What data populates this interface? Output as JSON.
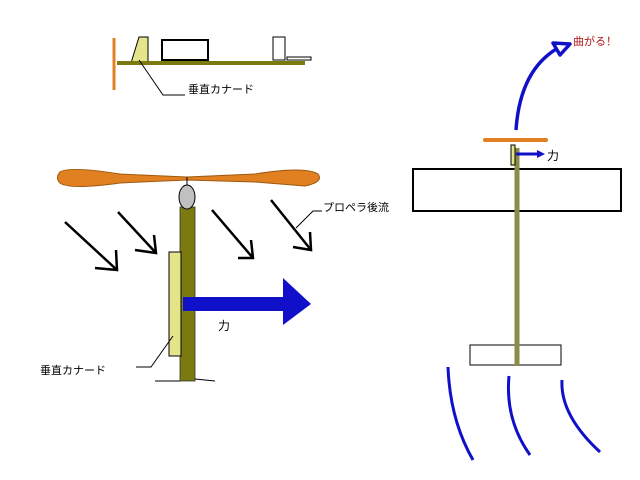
{
  "labels": {
    "top_canard": "垂直カナード",
    "prop_wash": "プロペラ後流",
    "left_force": "力",
    "left_canard": "垂直カナード",
    "right_force": "力",
    "turns": "曲がる！"
  },
  "colors": {
    "fuselage": "#7a7a10",
    "fuselage_right": "#8b8b4a",
    "canard": "#e4e48a",
    "propeller": "#e08020",
    "force_arrow": "#1010c8",
    "turn_text": "#b01818"
  }
}
